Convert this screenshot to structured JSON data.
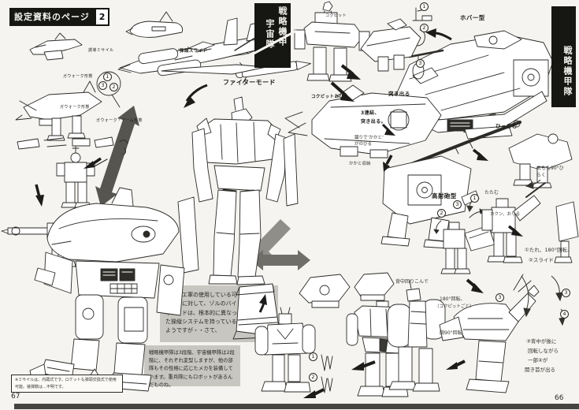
{
  "page": {
    "title": "設定資料のページ",
    "title_number": "2",
    "page_number_left": "67",
    "page_number_right": "66"
  },
  "banners": {
    "space_corps_col1": "戦略機甲",
    "space_corps_col2": "宇宙隊",
    "armored_corps": "戦略機甲隊"
  },
  "labels": {
    "fighter_mode": "ファイターモード",
    "hover_type": "ホバー型",
    "aa_gun_type": "高射砲型",
    "missile_slide": "弾頭スライド",
    "guided_missile": "誘導ミサイル",
    "gerwalk_1": "ガウォーク形態",
    "gerwalk_2": "ガウォーク形態",
    "gerwalk_arm": "ガウォーク・アーム形態",
    "cockpit": "コクピット",
    "cockpit_down": "コクピットおりる",
    "three_link": "3連結、",
    "protrude_a": "突き出る",
    "protrude_b": "突き出る。",
    "retract": "ひっこむ",
    "heel_extend": "踊りで″かかと″がのびる",
    "heel_store": "かかと収納",
    "fold": "たたむ",
    "thigh_open": "太もも90°ひらく",
    "knee_down": "カクン、おりる",
    "back_around": "背中回りこんで",
    "rotate_180": "180°回転、",
    "rotate_cockpit": "（コクピットごと）",
    "arm_rotate": "腕90°回転",
    "step_rotate": "①たれ、180°回転、",
    "step_slide": "②スライド",
    "note_back_1": "③背中が後に",
    "note_back_2": "回転しながら",
    "note_back_3": "一部④が",
    "note_back_4": "開き首が出る"
  },
  "text_boxes": {
    "box_a": "グロリエ軍の使用している可変メカに対して、ゾルのバイオロイドは、根本的に異なった操縦システムを持っているようですが・・さて、",
    "box_b": "戦略機甲隊は3段階、宇宙機甲隊は2段階に、それぞれ変型しますが、他の部隊もその性格に応じたメカを装備しています。重兵隊にもロボットがあるんだものね。",
    "caption": "※ミサイルは、内蔵式です。ロケットも弾頭交換式で使用可能。装弾数は…不明です。"
  },
  "steps": {
    "one": "1",
    "two": "2",
    "three": "3",
    "four": "4"
  },
  "colors": {
    "ink": "#2c2b28",
    "paper": "#f5f4f0",
    "gray_box": "#c8c6c0",
    "banner": "#161613",
    "arrow_gray": "#6f6e69",
    "arrow_light": "#8f8e88",
    "arrow_dark": "#55544f"
  }
}
